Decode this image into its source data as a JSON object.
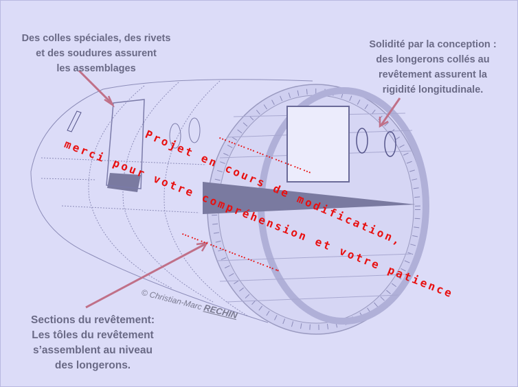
{
  "notes": {
    "top_left": [
      "Des colles spéciales, des rivets",
      "et des soudures assurent",
      "les assemblages"
    ],
    "top_right": [
      "Solidité par la conception :",
      "des longerons collés au",
      "revêtement assurent la",
      "rigidité longitudinale."
    ],
    "bottom_left": [
      "Sections du revêtement:",
      "Les tôles du revêtement",
      "s’assemblent au niveau",
      "des longerons."
    ]
  },
  "overlay": {
    "line1": "Projet en cours de modification,",
    "line2": "merci pour votre compréhension et votre patience",
    "dots1": "… … … … … … … … … …",
    "dots2": "… … … … … … … … … … .."
  },
  "copyright": {
    "symbol": "©",
    "name": "Christian-Marc",
    "surname": "RECHIN"
  },
  "colors": {
    "background": "#dcdcf8",
    "arrow": "#c07088",
    "overlay_text": "#e81010",
    "note_text": "#6a6a86"
  }
}
